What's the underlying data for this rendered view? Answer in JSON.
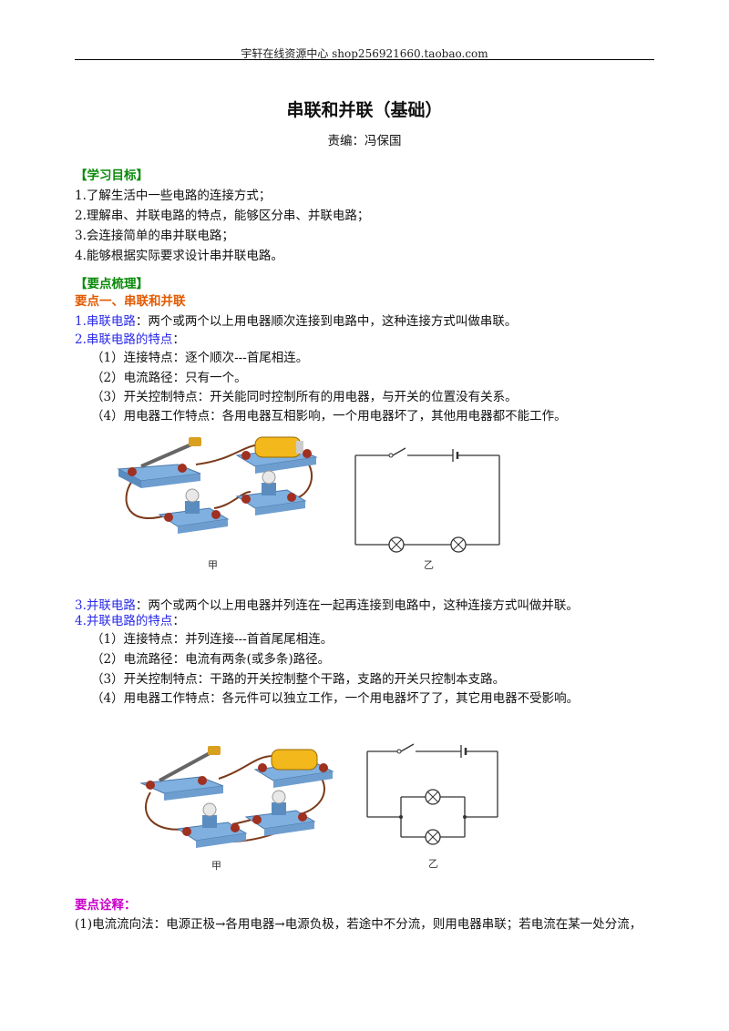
{
  "header": "宇轩在线资源中心   shop256921660.taobao.com",
  "title": "串联和并联（基础）",
  "editor": "责编：冯保国",
  "goals": {
    "heading": "【学习目标】",
    "items": [
      "1.了解生活中一些电路的连接方式；",
      "2.理解串、并联电路的特点，能够区分串、并联电路；",
      "3.会连接简单的串并联电路；",
      "4.能够根据实际要求设计串并联电路。"
    ]
  },
  "points": {
    "heading": "【要点梳理】",
    "section1": "要点一、串联和并联",
    "series_def_label": "1.串联电路",
    "series_def_text": "：两个或两个以上用电器顺次连接到电路中，这种连接方式叫做串联。",
    "series_feat_label": "2.串联电路的特点",
    "series_feat_colon": "：",
    "series_items": [
      "（1）连接特点：逐个顺次---首尾相连。",
      "（2）电流路径：只有一个。",
      "（3）开关控制特点：开关能同时控制所有的用电器，与开关的位置没有关系。",
      "（4）用电器工作特点：各用电器互相影响，一个用电器坏了，其他用电器都不能工作。"
    ],
    "fig1_left_label": "甲",
    "fig1_right_label": "乙",
    "parallel_def_label": "3.并联电路",
    "parallel_def_text": "：两个或两个以上用电器并列连在一起再连接到电路中，这种连接方式叫做并联。",
    "parallel_feat_label": "4.并联电路的特点",
    "parallel_feat_colon": "：",
    "parallel_items": [
      "（1）连接特点：并列连接---首首尾尾相连。",
      "（2）电流路径：电流有两条(或多条)路径。",
      "（3）开关控制特点：干路的开关控制整个干路，支路的开关只控制本支路。",
      "（4）用电器工作特点：各元件可以独立工作，一个用电器坏了了，其它用电器不受影响。"
    ],
    "fig2_left_label": "甲",
    "fig2_right_label": "乙",
    "notes_heading": "要点诠释：",
    "notes_line1": "(1)电流流向法：电源正极→各用电器→电源负极，若途中不分流，则用电器串联；若电流在某一处分流，"
  }
}
